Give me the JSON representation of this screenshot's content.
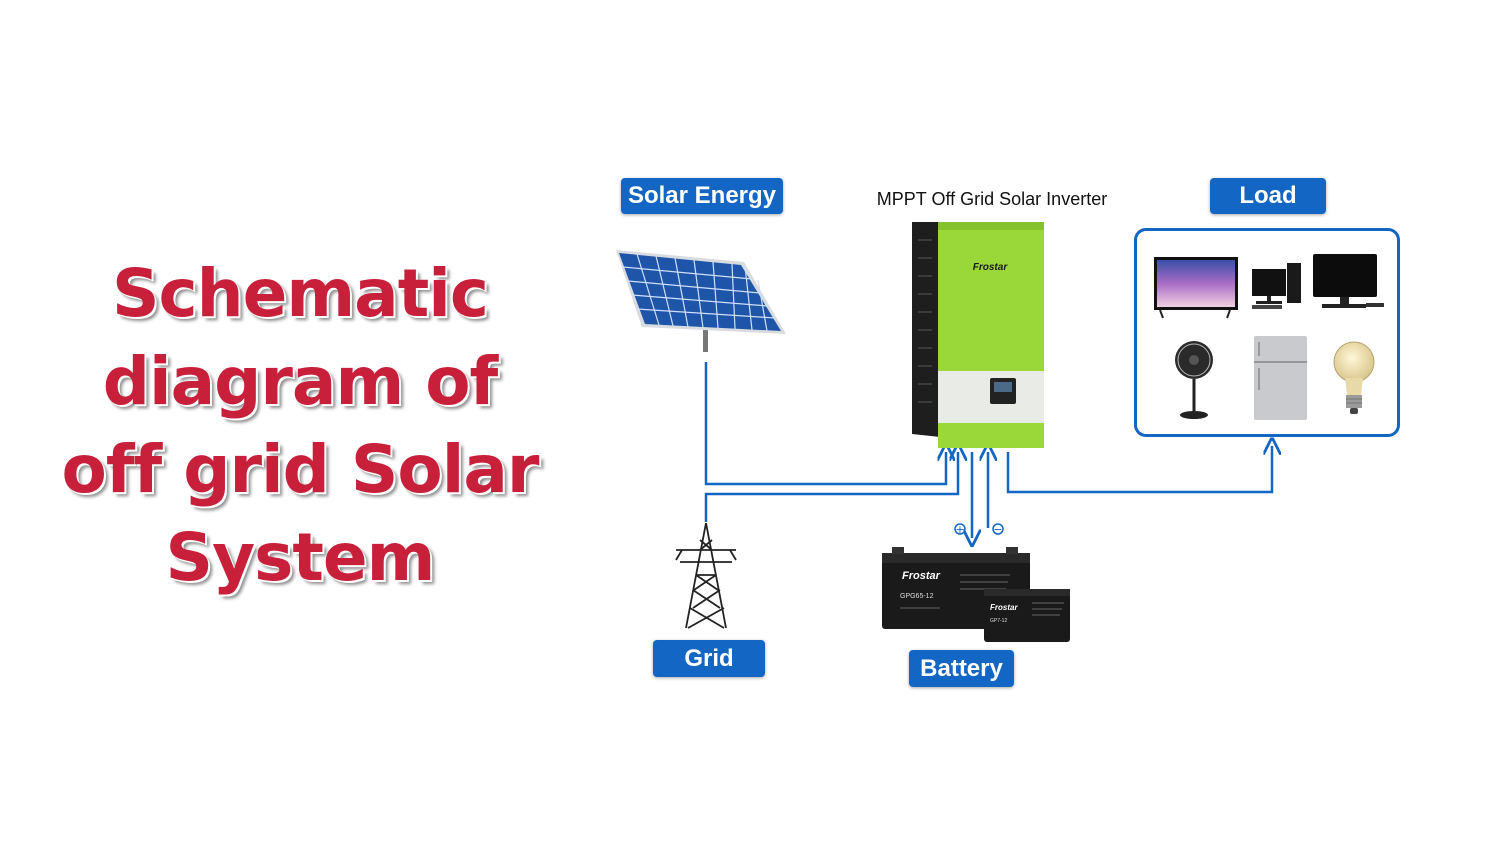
{
  "title_lines": [
    "Schematic",
    "diagram of",
    "off grid Solar",
    "System"
  ],
  "labels": {
    "solar": "Solar Energy",
    "inverter": "MPPT Off Grid Solar Inverter",
    "load": "Load",
    "grid": "Grid",
    "battery": "Battery"
  },
  "battery_terminals": {
    "positive": "+",
    "negative": "−"
  },
  "product_text": {
    "inverter_brand": "Frostar",
    "battery_large_brand": "Frostar",
    "battery_large_model": "GPG65-12",
    "battery_small_brand": "Frostar",
    "battery_small_model": "GP7-12"
  },
  "load_icons": [
    "tv-icon",
    "desktop-computer-icon",
    "monitor-icon",
    "fan-icon",
    "refrigerator-icon",
    "light-bulb-icon"
  ],
  "colors": {
    "title": "#c8203a",
    "label_bg": "#1466c4",
    "wire": "#1466c4",
    "inverter_green": "#9ad83a",
    "inverter_dark": "#1e1e1e"
  }
}
